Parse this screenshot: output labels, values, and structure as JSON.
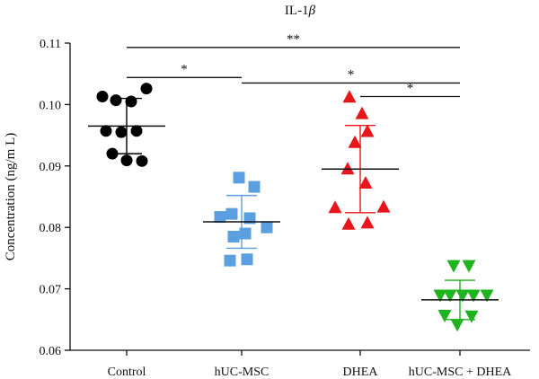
{
  "chart_data": {
    "type": "scatter",
    "title": "IL-1",
    "title_symbol": "β",
    "ylabel": "Concentration (ng/m L)",
    "xlabel": "",
    "ylim": [
      0.06,
      0.11
    ],
    "yticks": [
      "0.06",
      "0.07",
      "0.08",
      "0.09",
      "0.10",
      "0.11"
    ],
    "grid": false,
    "categories": [
      "Control",
      "hUC-MSC",
      "DHEA",
      "hUC-MSC + DHEA"
    ],
    "series": [
      {
        "category": "Control",
        "color": "#000000",
        "marker": "circle",
        "mean": 0.0965,
        "sd": 0.0045,
        "points": [
          {
            "offset": -0.27,
            "y": 0.1013
          },
          {
            "offset": -0.12,
            "y": 0.1007
          },
          {
            "offset": 0.05,
            "y": 0.1005
          },
          {
            "offset": 0.22,
            "y": 0.1026
          },
          {
            "offset": -0.23,
            "y": 0.0957
          },
          {
            "offset": -0.06,
            "y": 0.0955
          },
          {
            "offset": 0.11,
            "y": 0.0957
          },
          {
            "offset": -0.16,
            "y": 0.092
          },
          {
            "offset": 0.0,
            "y": 0.0909
          },
          {
            "offset": 0.17,
            "y": 0.0908
          }
        ]
      },
      {
        "category": "hUC-MSC",
        "color": "#5b9fe0",
        "marker": "square",
        "mean": 0.0809,
        "sd": 0.0043,
        "points": [
          {
            "offset": -0.03,
            "y": 0.0881
          },
          {
            "offset": 0.14,
            "y": 0.0866
          },
          {
            "offset": -0.24,
            "y": 0.0817
          },
          {
            "offset": -0.11,
            "y": 0.0822
          },
          {
            "offset": 0.09,
            "y": 0.0815
          },
          {
            "offset": 0.28,
            "y": 0.08
          },
          {
            "offset": -0.09,
            "y": 0.0785
          },
          {
            "offset": 0.04,
            "y": 0.079
          },
          {
            "offset": -0.13,
            "y": 0.0746
          },
          {
            "offset": 0.06,
            "y": 0.0748
          }
        ]
      },
      {
        "category": "DHEA",
        "color": "#e8161b",
        "marker": "triangle",
        "mean": 0.0895,
        "sd": 0.0071,
        "points": [
          {
            "offset": -0.12,
            "y": 0.1012
          },
          {
            "offset": 0.02,
            "y": 0.0985
          },
          {
            "offset": -0.06,
            "y": 0.0938
          },
          {
            "offset": 0.08,
            "y": 0.0956
          },
          {
            "offset": -0.14,
            "y": 0.0895
          },
          {
            "offset": 0.06,
            "y": 0.0872
          },
          {
            "offset": -0.28,
            "y": 0.0832
          },
          {
            "offset": 0.26,
            "y": 0.0833
          },
          {
            "offset": -0.13,
            "y": 0.0805
          },
          {
            "offset": 0.08,
            "y": 0.0807
          }
        ]
      },
      {
        "category": "hUC-MSC + DHEA",
        "color": "#1db41d",
        "marker": "triangle-down",
        "mean": 0.0682,
        "sd": 0.0032,
        "points": [
          {
            "offset": -0.07,
            "y": 0.0738
          },
          {
            "offset": 0.1,
            "y": 0.0738
          },
          {
            "offset": -0.22,
            "y": 0.069
          },
          {
            "offset": -0.11,
            "y": 0.069
          },
          {
            "offset": 0.03,
            "y": 0.069
          },
          {
            "offset": 0.15,
            "y": 0.069
          },
          {
            "offset": 0.3,
            "y": 0.069
          },
          {
            "offset": -0.17,
            "y": 0.0657
          },
          {
            "offset": -0.03,
            "y": 0.0642
          },
          {
            "offset": 0.13,
            "y": 0.0656
          }
        ]
      }
    ],
    "significance": [
      {
        "from": 0,
        "to": 3,
        "y": 0.1093,
        "label": "**"
      },
      {
        "from": 0,
        "to": 1,
        "y": 0.1044,
        "label": "*"
      },
      {
        "from": 1,
        "to": 3,
        "y": 0.1035,
        "label": "*"
      },
      {
        "from": 2,
        "to": 3,
        "y": 0.1013,
        "label": "*"
      }
    ]
  }
}
